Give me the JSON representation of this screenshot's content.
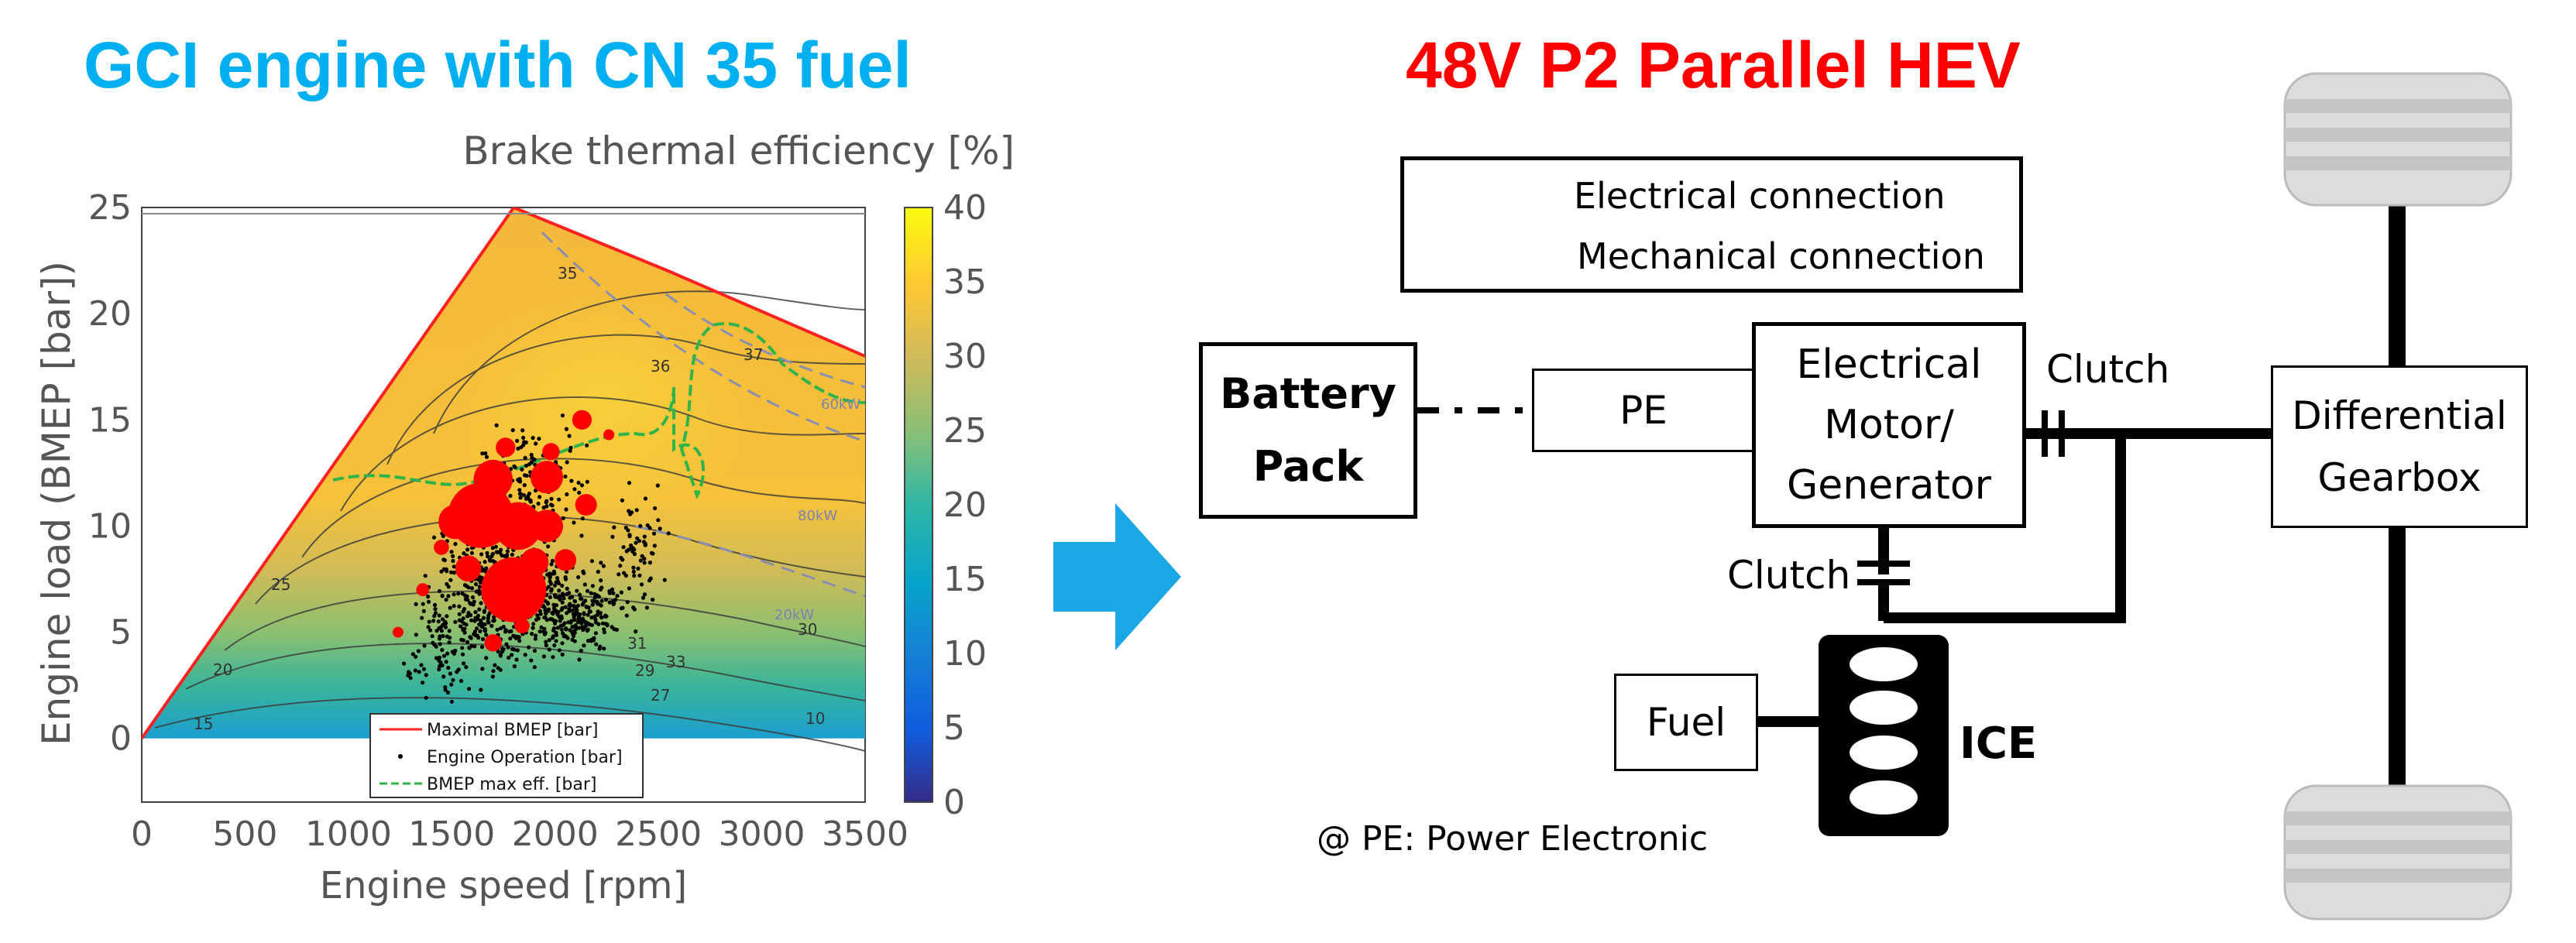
{
  "left_title": "GCI engine with CN 35 fuel",
  "right_title": "48V P2 Parallel HEV",
  "colors": {
    "left_title": "#00b0f0",
    "right_title": "#ff0000",
    "arrow": "#1aa7e6"
  },
  "chart_data": {
    "type": "heatmap",
    "title": "Brake thermal efficiency [%]",
    "xlabel": "Engine speed [rpm]",
    "ylabel": "Engine load (BMEP [bar])",
    "xlim": [
      0,
      3500
    ],
    "ylim": [
      -3,
      25
    ],
    "xticks": [
      "0",
      "500",
      "1000",
      "1500",
      "2000",
      "2500",
      "3000",
      "3500"
    ],
    "yticks": [
      "0",
      "5",
      "10",
      "15",
      "20",
      "25"
    ],
    "colorbar": {
      "range": [
        0,
        40
      ],
      "ticks": [
        "0",
        "5",
        "10",
        "15",
        "20",
        "25",
        "30",
        "35",
        "40"
      ]
    },
    "max_bmep": {
      "x": [
        0,
        1800,
        2550,
        3500
      ],
      "y": [
        0,
        25,
        22,
        18
      ]
    },
    "contour_labels": [
      "10",
      "15",
      "20",
      "25",
      "27",
      "29",
      "30",
      "31",
      "33",
      "35",
      "36",
      "37"
    ],
    "power_labels": [
      "60kW",
      "80kW",
      "20kW"
    ],
    "legend": [
      "Maximal BMEP [bar]",
      "Engine Operation [bar]",
      "BMEP max eff. [bar]"
    ],
    "operation_points": [
      {
        "x": 1640,
        "y": 10.5,
        "r": 3.0
      },
      {
        "x": 1800,
        "y": 7.0,
        "r": 3.0
      },
      {
        "x": 1820,
        "y": 10.0,
        "r": 2.2
      },
      {
        "x": 1700,
        "y": 12.2,
        "r": 1.8
      },
      {
        "x": 1960,
        "y": 12.3,
        "r": 1.5
      },
      {
        "x": 1520,
        "y": 10.2,
        "r": 1.6
      },
      {
        "x": 1960,
        "y": 10.0,
        "r": 1.5
      },
      {
        "x": 1900,
        "y": 8.3,
        "r": 1.3
      },
      {
        "x": 1580,
        "y": 8.0,
        "r": 1.2
      },
      {
        "x": 2150,
        "y": 11.0,
        "r": 1.0
      },
      {
        "x": 2130,
        "y": 15.0,
        "r": 0.9
      },
      {
        "x": 1980,
        "y": 13.5,
        "r": 0.8
      },
      {
        "x": 1760,
        "y": 13.7,
        "r": 0.9
      },
      {
        "x": 2050,
        "y": 8.4,
        "r": 1.0
      },
      {
        "x": 1450,
        "y": 9.0,
        "r": 0.7
      },
      {
        "x": 1700,
        "y": 4.5,
        "r": 0.8
      },
      {
        "x": 2260,
        "y": 14.3,
        "r": 0.5
      },
      {
        "x": 1360,
        "y": 7.0,
        "r": 0.6
      },
      {
        "x": 1840,
        "y": 5.3,
        "r": 0.7
      },
      {
        "x": 1240,
        "y": 5.0,
        "r": 0.5
      }
    ]
  },
  "diagram": {
    "legend": {
      "electrical": "Electrical connection",
      "mechanical": "Mechanical connection"
    },
    "battery": [
      "Battery",
      "Pack"
    ],
    "pe": "PE",
    "motor": [
      "Electrical",
      "Motor/",
      "Generator"
    ],
    "clutch_top": "Clutch",
    "clutch_bottom": "Clutch",
    "differential": [
      "Differential",
      "Gearbox"
    ],
    "fuel": "Fuel",
    "ice": "ICE",
    "footnote": "@ PE: Power Electronic"
  }
}
